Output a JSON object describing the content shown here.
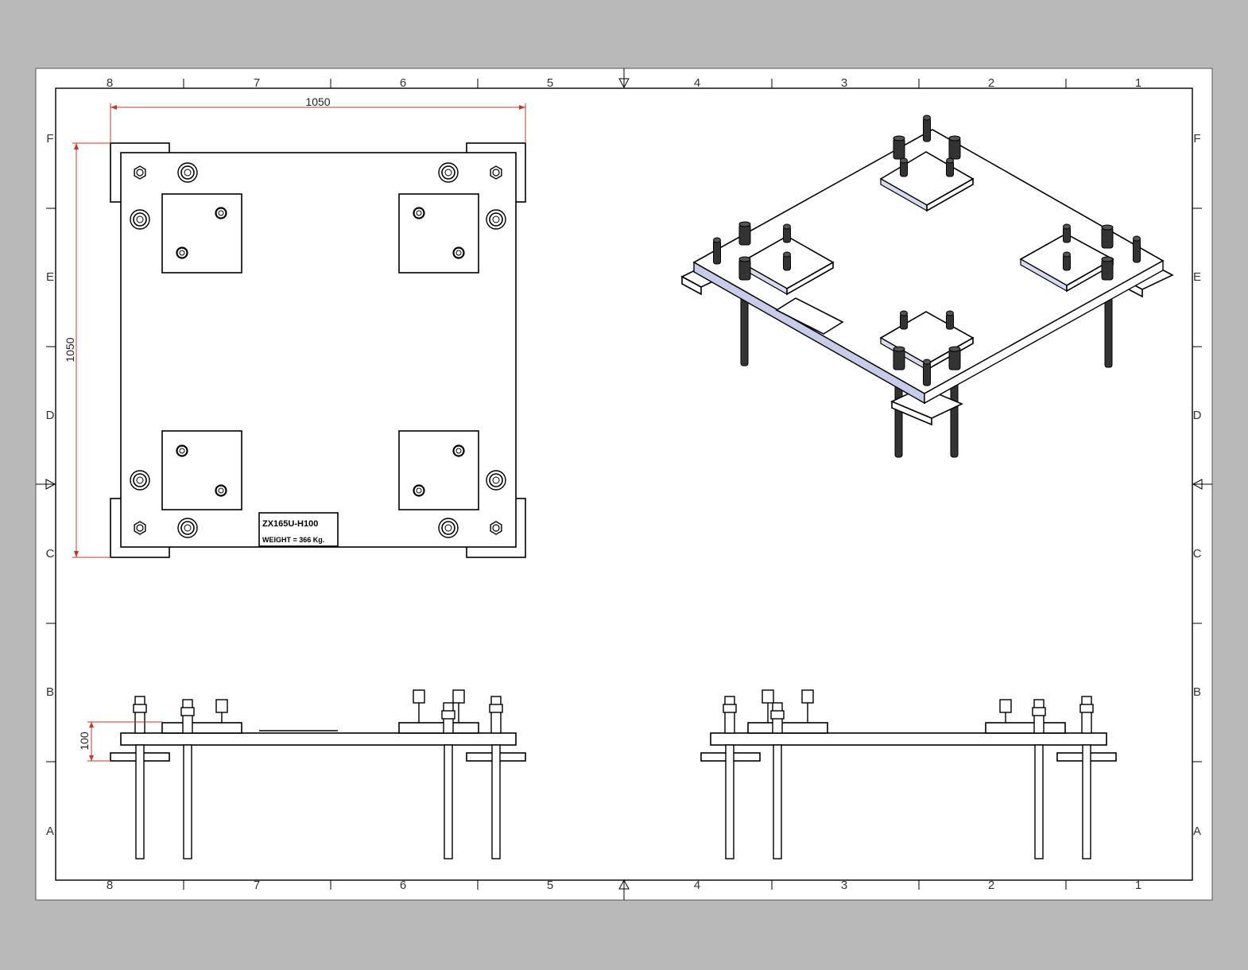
{
  "sheet": {
    "zones_top": [
      "8",
      "7",
      "6",
      "5",
      "4",
      "3",
      "2",
      "1"
    ],
    "zones_side": [
      "F",
      "E",
      "D",
      "C",
      "B",
      "A"
    ]
  },
  "top_view": {
    "dim_width": "1050",
    "dim_height": "1050",
    "nameplate_line1": "ZX165U-H100",
    "nameplate_line2": "WEIGHT = 366 Kg."
  },
  "side_view": {
    "dim_height": "100"
  },
  "colors": {
    "background": "#b9b9b9",
    "sheet": "#ffffff",
    "dimension": "#c0392b",
    "plate_edge_highlight": "#c8cce8"
  }
}
